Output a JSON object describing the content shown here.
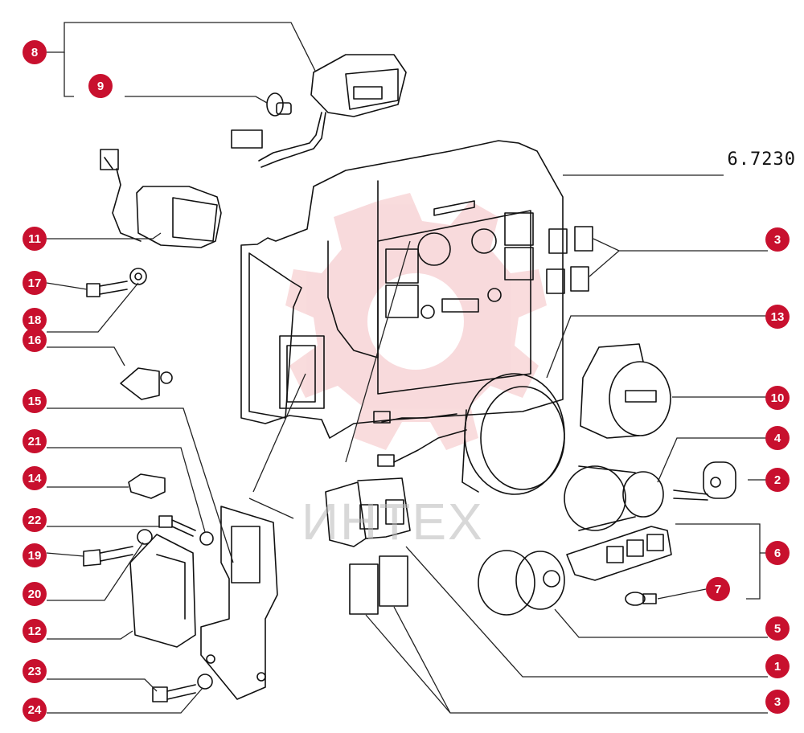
{
  "drawing_code": "6.7230",
  "watermark_text": "ИНТЕХ",
  "callout_color": "#c8102e",
  "callouts": [
    "8",
    "9",
    "11",
    "17",
    "18",
    "16",
    "15",
    "21",
    "14",
    "22",
    "19",
    "20",
    "12",
    "23",
    "24",
    "3",
    "13",
    "10",
    "4",
    "2",
    "6",
    "7",
    "5",
    "1",
    "3"
  ]
}
